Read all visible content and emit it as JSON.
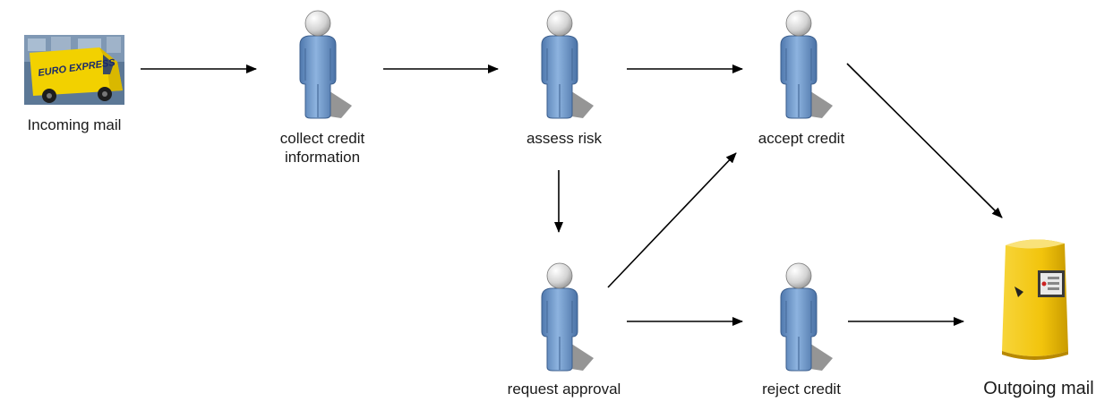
{
  "diagram": {
    "nodes": {
      "incoming_mail": {
        "label": "Incoming mail",
        "truck_text": "EURO EXPRESS",
        "icon": "delivery-truck-icon"
      },
      "collect_credit": {
        "label": "collect credit\ninformation",
        "icon": "person-icon"
      },
      "assess_risk": {
        "label": "assess risk",
        "icon": "person-icon"
      },
      "accept_credit": {
        "label": "accept credit",
        "icon": "person-icon"
      },
      "request_approval": {
        "label": "request approval",
        "icon": "person-icon"
      },
      "reject_credit": {
        "label": "reject credit",
        "icon": "person-icon"
      },
      "outgoing_mail": {
        "label": "Outgoing mail",
        "icon": "mailbox-icon"
      }
    },
    "edges": [
      {
        "from": "incoming_mail",
        "to": "collect_credit"
      },
      {
        "from": "collect_credit",
        "to": "assess_risk"
      },
      {
        "from": "assess_risk",
        "to": "accept_credit"
      },
      {
        "from": "assess_risk",
        "to": "request_approval"
      },
      {
        "from": "request_approval",
        "to": "accept_credit"
      },
      {
        "from": "request_approval",
        "to": "reject_credit"
      },
      {
        "from": "accept_credit",
        "to": "outgoing_mail"
      },
      {
        "from": "reject_credit",
        "to": "outgoing_mail"
      }
    ],
    "colors": {
      "person_body": "#6f98c9",
      "person_head": "#d9d9d9",
      "shadow": "#8a8a8a",
      "truck": "#f2d100",
      "mailbox": "#f2c40c",
      "arrow": "#000000"
    }
  }
}
